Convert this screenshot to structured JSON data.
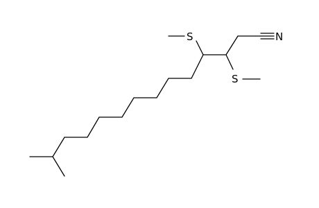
{
  "molecule": {
    "atoms": {
      "sulfur_upper": "S",
      "sulfur_lower": "S",
      "nitrogen": "N"
    },
    "colors": {
      "bond": "#000000",
      "label": "#000000",
      "background": "#ffffff"
    }
  }
}
